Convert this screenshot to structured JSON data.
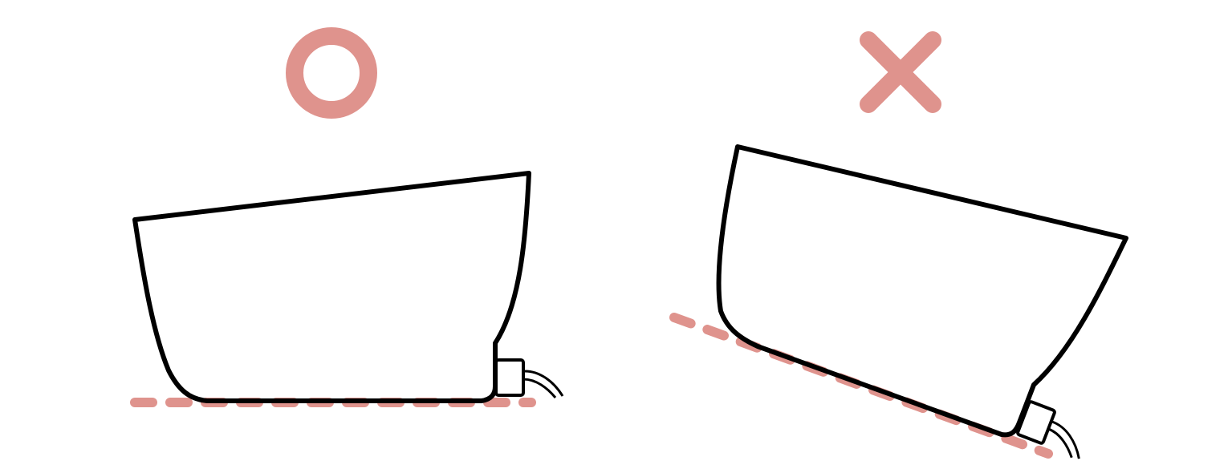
{
  "colors": {
    "background": "#ffffff",
    "outline": "#000000",
    "accent": "#df938d"
  },
  "panels": [
    {
      "mark": "circle-icon",
      "verdict": "correct",
      "description_icon_names": [
        "pot-outline",
        "level-surface-line",
        "drainage-spout"
      ]
    },
    {
      "mark": "cross-icon",
      "verdict": "incorrect",
      "description_icon_names": [
        "tilted-pot-outline",
        "tilted-surface-line",
        "drainage-spout"
      ]
    }
  ]
}
